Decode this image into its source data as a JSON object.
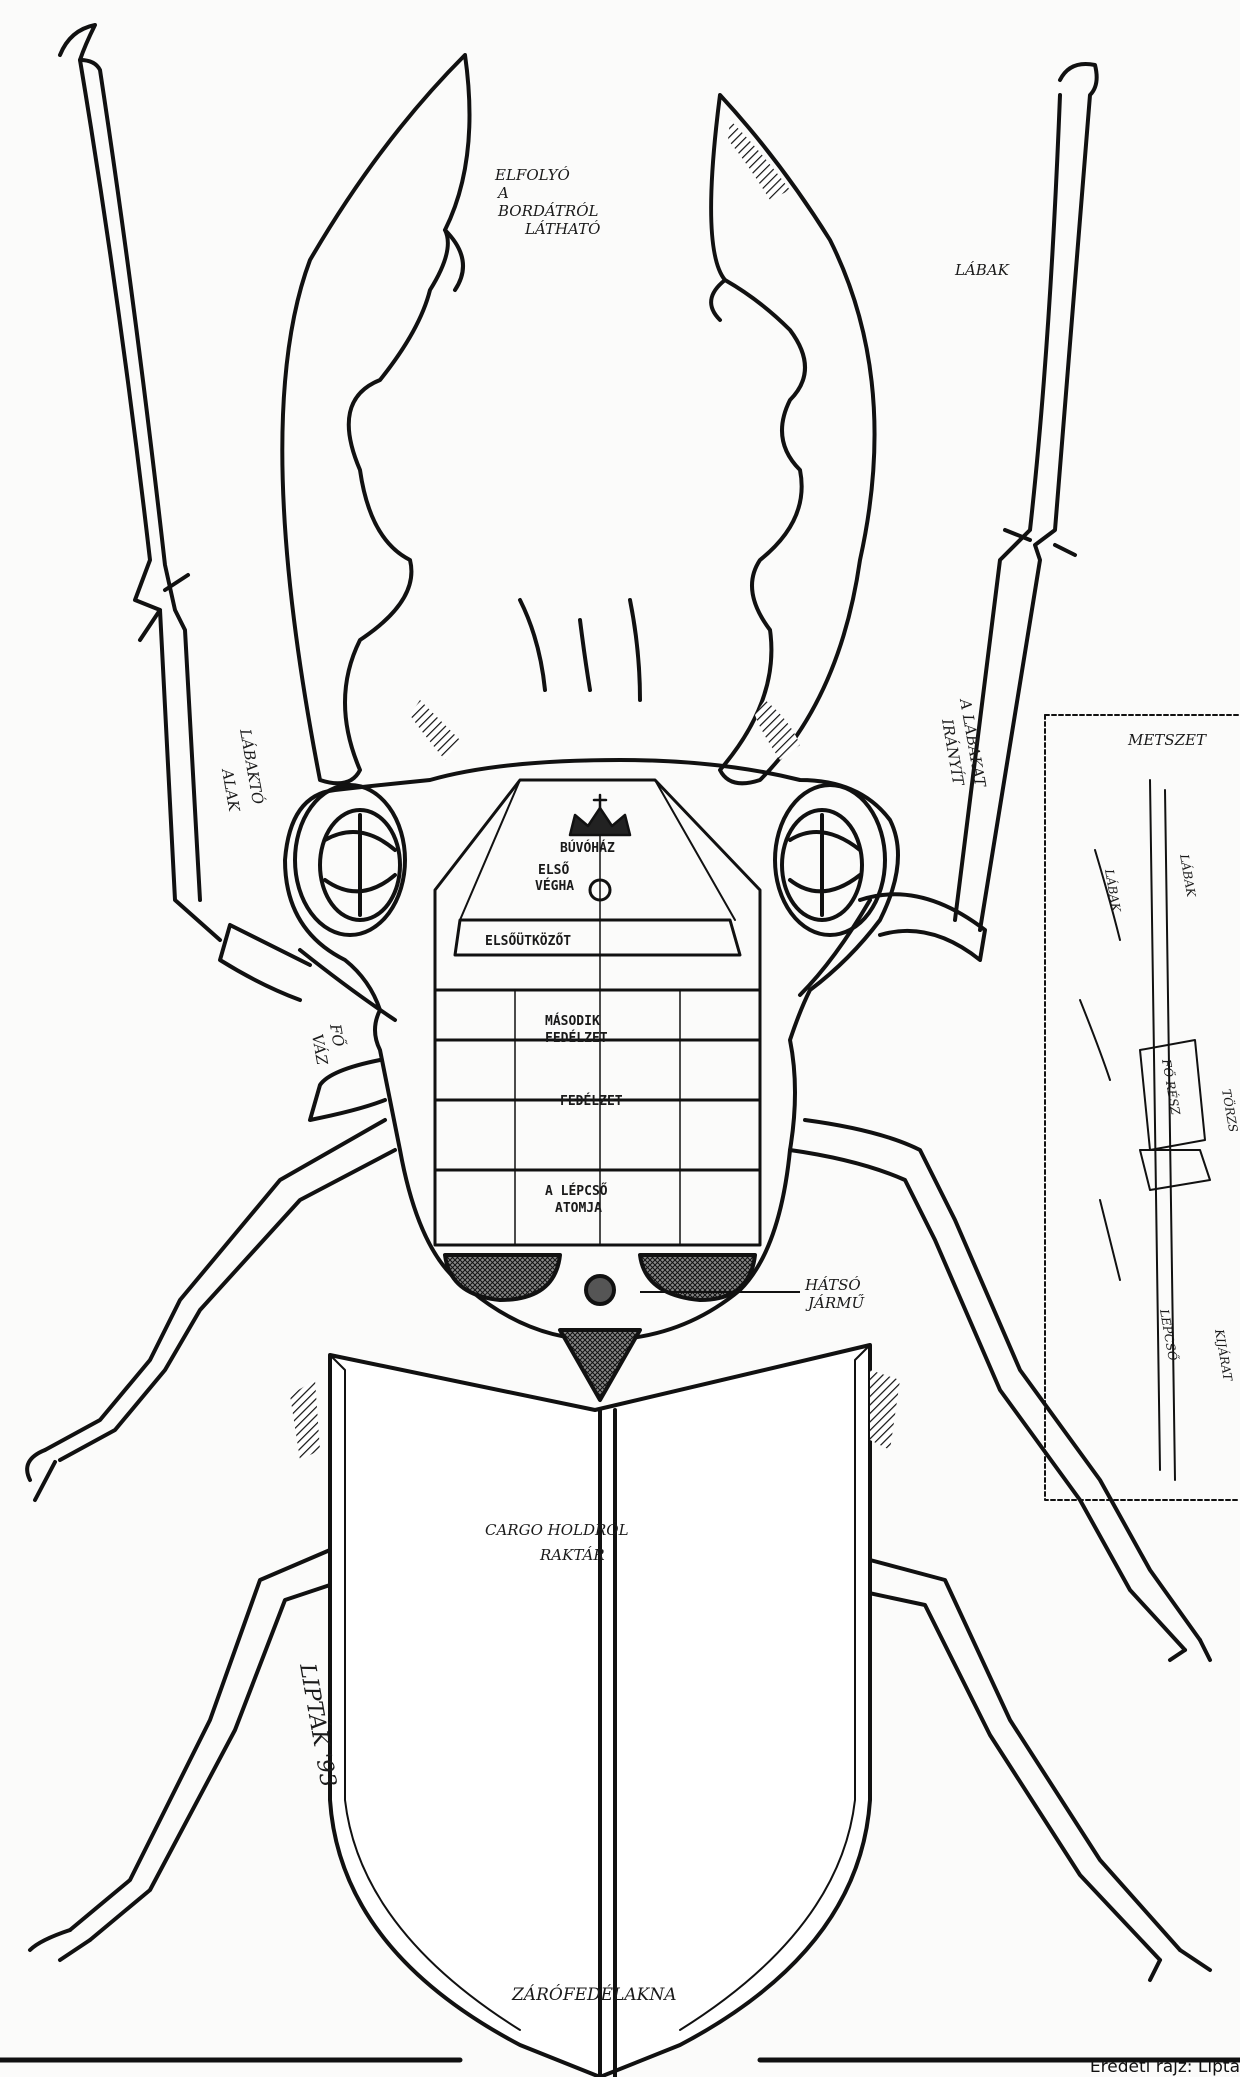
{
  "labels": {
    "mandible_note": [
      "ELFOLYÓ",
      "A",
      "BORDÁTRÓL",
      "LÁTHATÓ"
    ],
    "antenna": "LÁBAK",
    "left_leg_upper": [
      "LÁBAKTÓ",
      "ALAK"
    ],
    "right_leg_upper": [
      "A LÁBAKAT",
      "IRÁNYÍT"
    ],
    "cabin": "BÚVÓHÁZ",
    "sensor": [
      "ELSŐ",
      "VÉGHA"
    ],
    "windshield": "ELSŐÜTKÖZŐT",
    "compartment_1": [
      "MÁSODIK",
      "FEDÉLZET"
    ],
    "compartment_2": "FEDÉLZET",
    "compartment_3": [
      "A LÉPCSŐ",
      "ATOMJA"
    ],
    "left_mid": [
      "FŐ",
      "VÁZ"
    ],
    "engine": [
      "HÁTSÓ",
      "JÁRMŰ"
    ],
    "wing_cargo": [
      "CARGO HOLDRÓL",
      "RAKTÁR"
    ],
    "signature": "LIPTÁK '93",
    "bottom_hatch": "ZÁRÓFEDÉLAKNA",
    "inset_title": "METSZET",
    "inset_a": "LÁBAK",
    "inset_b": "LÁBAK",
    "inset_c": "FŐ RÉSZ",
    "inset_d": "TÖRZS",
    "inset_e": "LÉPCSŐ",
    "inset_f": "KIJÁRAT"
  },
  "credit": "Eredeti rajz: Lipta"
}
